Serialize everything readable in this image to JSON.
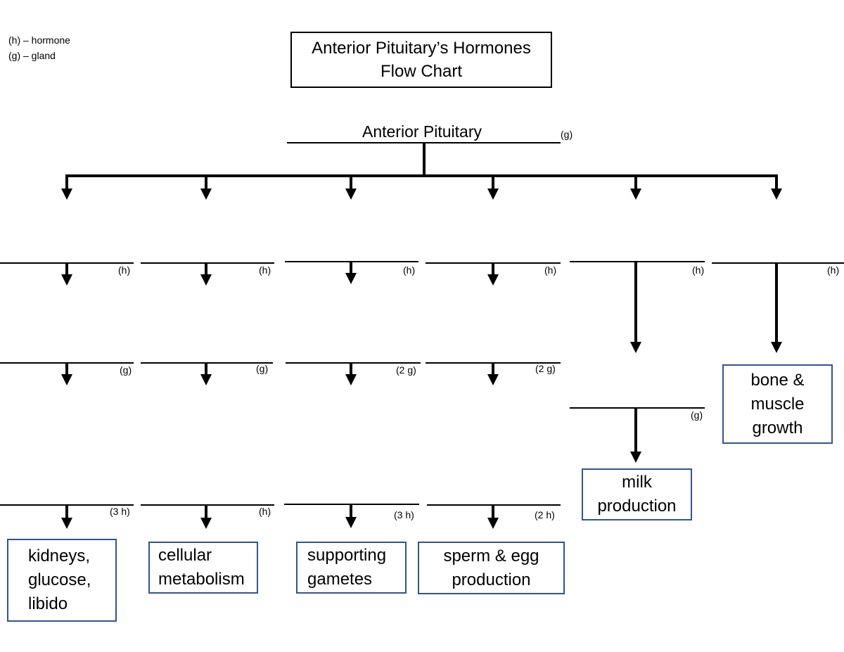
{
  "legend": {
    "hormone": "(h) – hormone",
    "gland": "(g) – gland"
  },
  "title": {
    "line1": "Anterior Pituitary’s Hormones",
    "line2": "Flow Chart"
  },
  "root": {
    "label": "Anterior Pituitary",
    "tag": "(g)"
  },
  "branches": [
    {
      "hormone_tag": "(h)",
      "gland_tag": "(g)",
      "effect_tag": "(3 h)",
      "outcome": [
        "kidneys,",
        "glucose,",
        "libido"
      ]
    },
    {
      "hormone_tag": "(h)",
      "gland_tag": "(g)",
      "effect_tag": "(h)",
      "outcome": [
        "cellular",
        "metabolism"
      ]
    },
    {
      "hormone_tag": "(h)",
      "gland_tag": "(2 g)",
      "effect_tag": "(3 h)",
      "outcome": [
        "supporting",
        "gametes"
      ]
    },
    {
      "hormone_tag": "(h)",
      "gland_tag": "(2 g)",
      "effect_tag": "(2 h)",
      "outcome": [
        "sperm & egg",
        "production"
      ]
    },
    {
      "hormone_tag": "(h)",
      "gland_tag": "(g)",
      "outcome": [
        "milk",
        "production"
      ]
    },
    {
      "hormone_tag": "(h)",
      "outcome": [
        "bone &",
        "muscle",
        "growth"
      ]
    }
  ],
  "colors": {
    "lines": "#000000",
    "outcome_border": "#2f5496"
  }
}
